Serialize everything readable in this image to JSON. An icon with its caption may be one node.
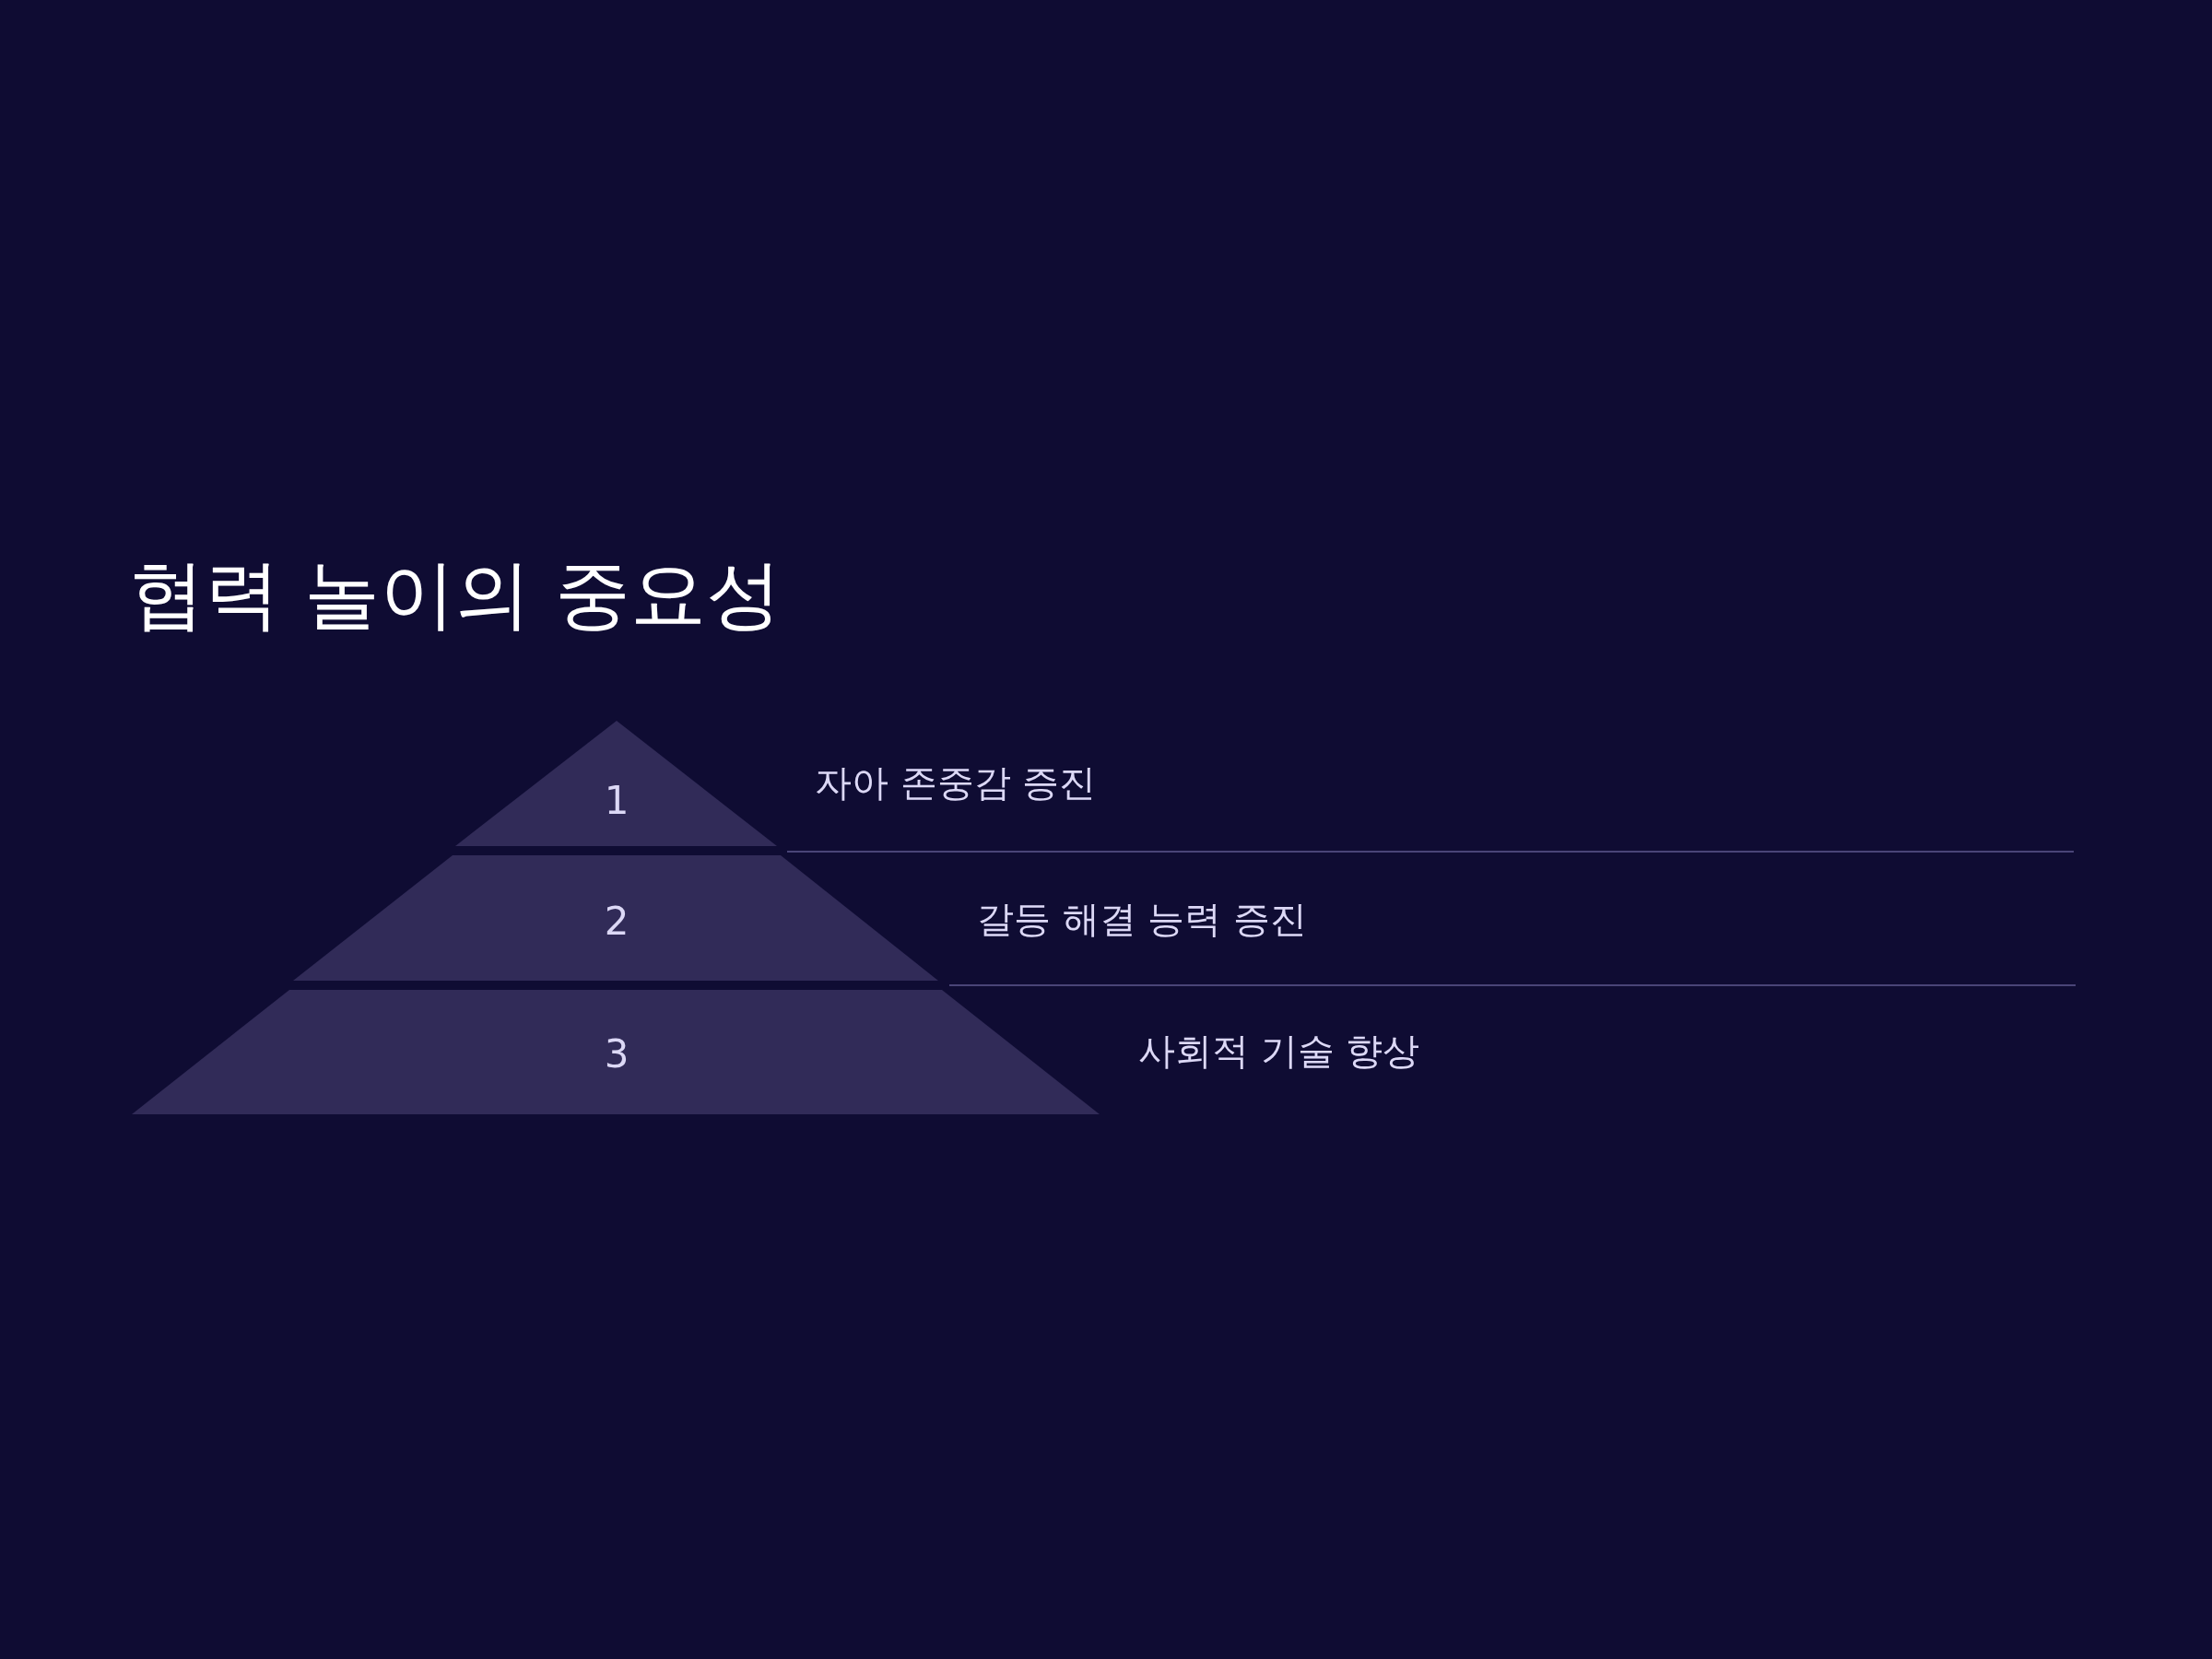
{
  "diagram": {
    "title": "협력 놀이의 중요성",
    "nodes": [
      {
        "text": [
          "1"
        ],
        "beside": [
          "자아 존중감 증진"
        ]
      },
      {
        "text": [
          "2"
        ],
        "beside": [
          "갈등 해결 능력 증진"
        ]
      },
      {
        "text": [
          "3"
        ],
        "beside": [
          "사회적 기술 향상"
        ]
      }
    ]
  }
}
